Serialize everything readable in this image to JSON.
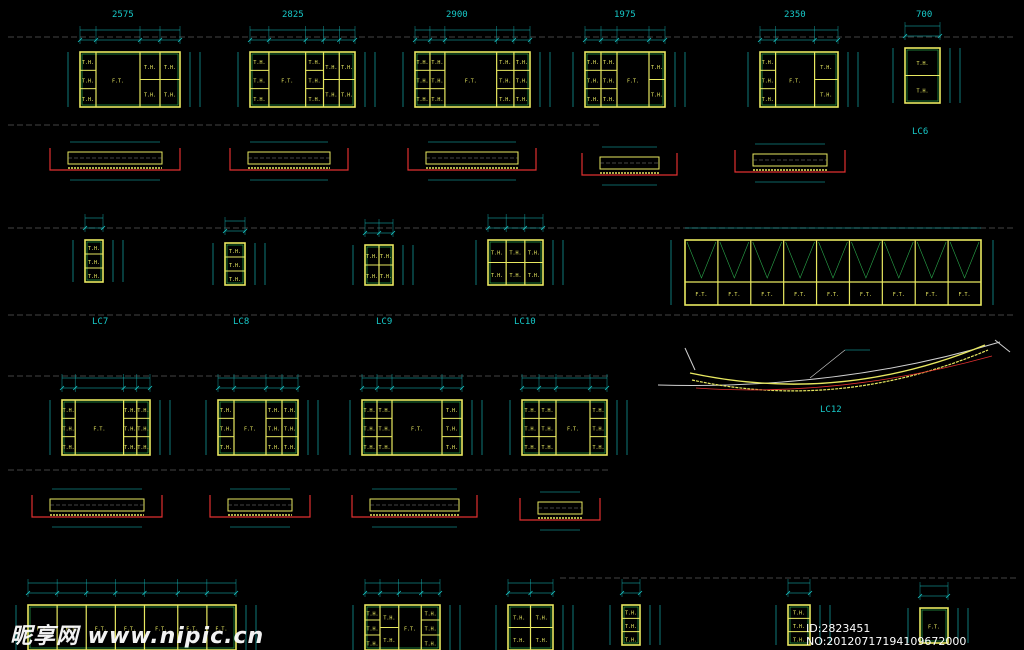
{
  "colors": {
    "background": "#000000",
    "frame": "#e8e860",
    "glass": "#2aa84a",
    "dimension": "#18c8c8",
    "wall": "#e03030",
    "guide": "#8a8a8a"
  },
  "labels": {
    "lc6": "LC6",
    "lc7": "LC7",
    "lc8": "LC8",
    "lc9": "LC9",
    "lc10": "LC10",
    "lc12": "LC12"
  },
  "top_row_widths": [
    "2575",
    "2825",
    "2900",
    "1975",
    "2350",
    "700"
  ],
  "pane_codes": {
    "fixed": "F.T.",
    "casement": "T.H."
  },
  "watermark": {
    "brand": "昵享网 www.nipic.cn",
    "id": "ID:2823451 NO:20120717194109672000"
  }
}
